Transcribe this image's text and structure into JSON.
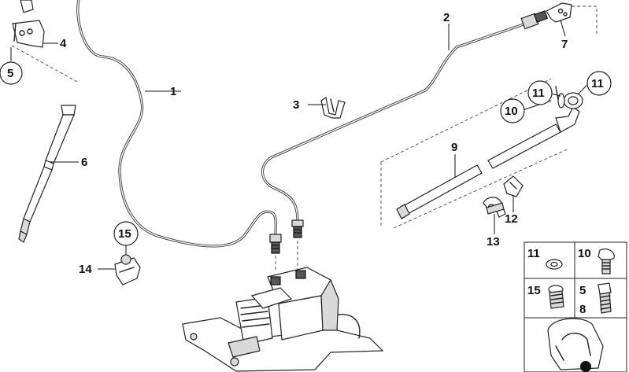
{
  "callouts": {
    "c1": "1",
    "c2": "2",
    "c3": "3",
    "c4": "4",
    "c5": "5",
    "c6": "6",
    "c7": "7",
    "c9": "9",
    "c10": "10",
    "c11a": "11",
    "c11b": "11",
    "c12": "12",
    "c13": "13",
    "c14": "14",
    "c15": "15"
  },
  "legend": {
    "r1a": "11",
    "r1b": "10",
    "r2a": "15",
    "r2b": "5",
    "r2c": "8"
  }
}
